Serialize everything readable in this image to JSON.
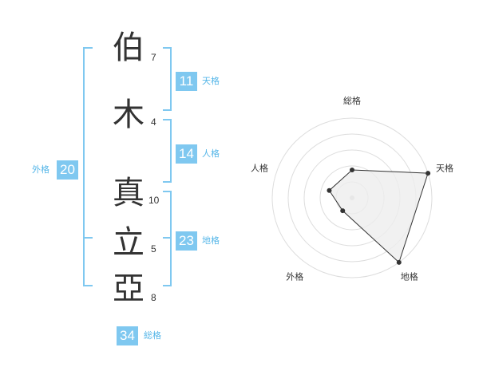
{
  "name_characters": [
    {
      "char": "伯",
      "strokes": "7"
    },
    {
      "char": "木",
      "strokes": "4"
    },
    {
      "char": "真",
      "strokes": "10"
    },
    {
      "char": "立",
      "strokes": "5"
    },
    {
      "char": "亞",
      "strokes": "8"
    }
  ],
  "fortunes": {
    "tenkaku": {
      "value": "11",
      "label": "天格"
    },
    "jinkaku": {
      "value": "14",
      "label": "人格"
    },
    "chikaku": {
      "value": "23",
      "label": "地格"
    },
    "gaikaku": {
      "value": "20",
      "label": "外格"
    },
    "soukaku": {
      "value": "34",
      "label": "総格"
    }
  },
  "radar": {
    "axes": [
      "総格",
      "天格",
      "地格",
      "外格",
      "人格"
    ],
    "values": [
      0.35,
      1.0,
      1.0,
      0.2,
      0.3
    ],
    "colors": {
      "fill": "#eeeeee",
      "line": "#333333",
      "grid": "#dddddd",
      "point": "#333333"
    }
  },
  "colors": {
    "accent": "#7fc8f0",
    "accent_text": "#55b6e8"
  }
}
